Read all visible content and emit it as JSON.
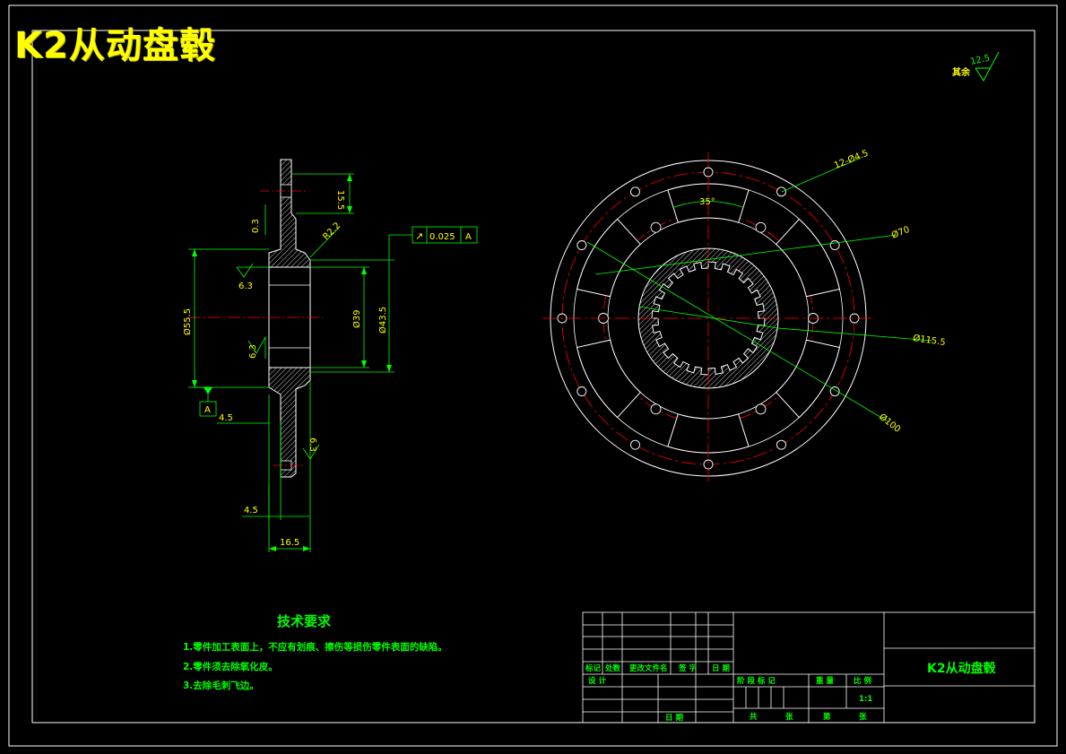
{
  "drawing": {
    "title": "K2从动盘毂",
    "roughness_other": {
      "prefix": "其余",
      "value": "12.5"
    }
  },
  "section_view": {
    "dimensions": {
      "flange_thickness_top": "15.5",
      "chamfer_top": "0.3",
      "fillet": "R2.2",
      "roughness_left_1": "6.3",
      "roughness_left_2": "6.3",
      "roughness_right": "6.3",
      "outer_diameter": "Ø55.5",
      "bore_diameter": "Ø39",
      "spline_diameter": "Ø43.5",
      "datum": "A",
      "runout_symbol": "↗",
      "runout_value": "0.025",
      "runout_datum": "A",
      "offset_1": "4.5",
      "offset_2": "4.5",
      "overall_width": "16.5"
    }
  },
  "front_view": {
    "dimensions": {
      "hole_pattern": "12-Ø4.5",
      "angle": "35°",
      "pitch_circle_1": "Ø70",
      "outer_diameter": "Ø115.5",
      "pitch_circle_2": "Ø100"
    }
  },
  "technical_requirements": {
    "heading": "技术要求",
    "items": [
      "1.零件加工表面上，不应有划痕、擦伤等损伤零件表面的缺陷。",
      "2.零件须去除氧化皮。",
      "3.去除毛刺飞边。"
    ]
  },
  "title_block": {
    "part_name": "K2从动盘毂",
    "labels": {
      "mark": "标记",
      "count": "处数",
      "change_doc": "更改文件名",
      "signature": "签 字",
      "date": "日 期",
      "design": "设 计",
      "date2": "日 期",
      "stage_mark": "阶 段 标 记",
      "weight": "重 量",
      "scale": "比 例",
      "scale_value": "1:1",
      "sheet_total": "共",
      "sheets": "张",
      "sheet_no": "第",
      "sheet": "张"
    }
  }
}
